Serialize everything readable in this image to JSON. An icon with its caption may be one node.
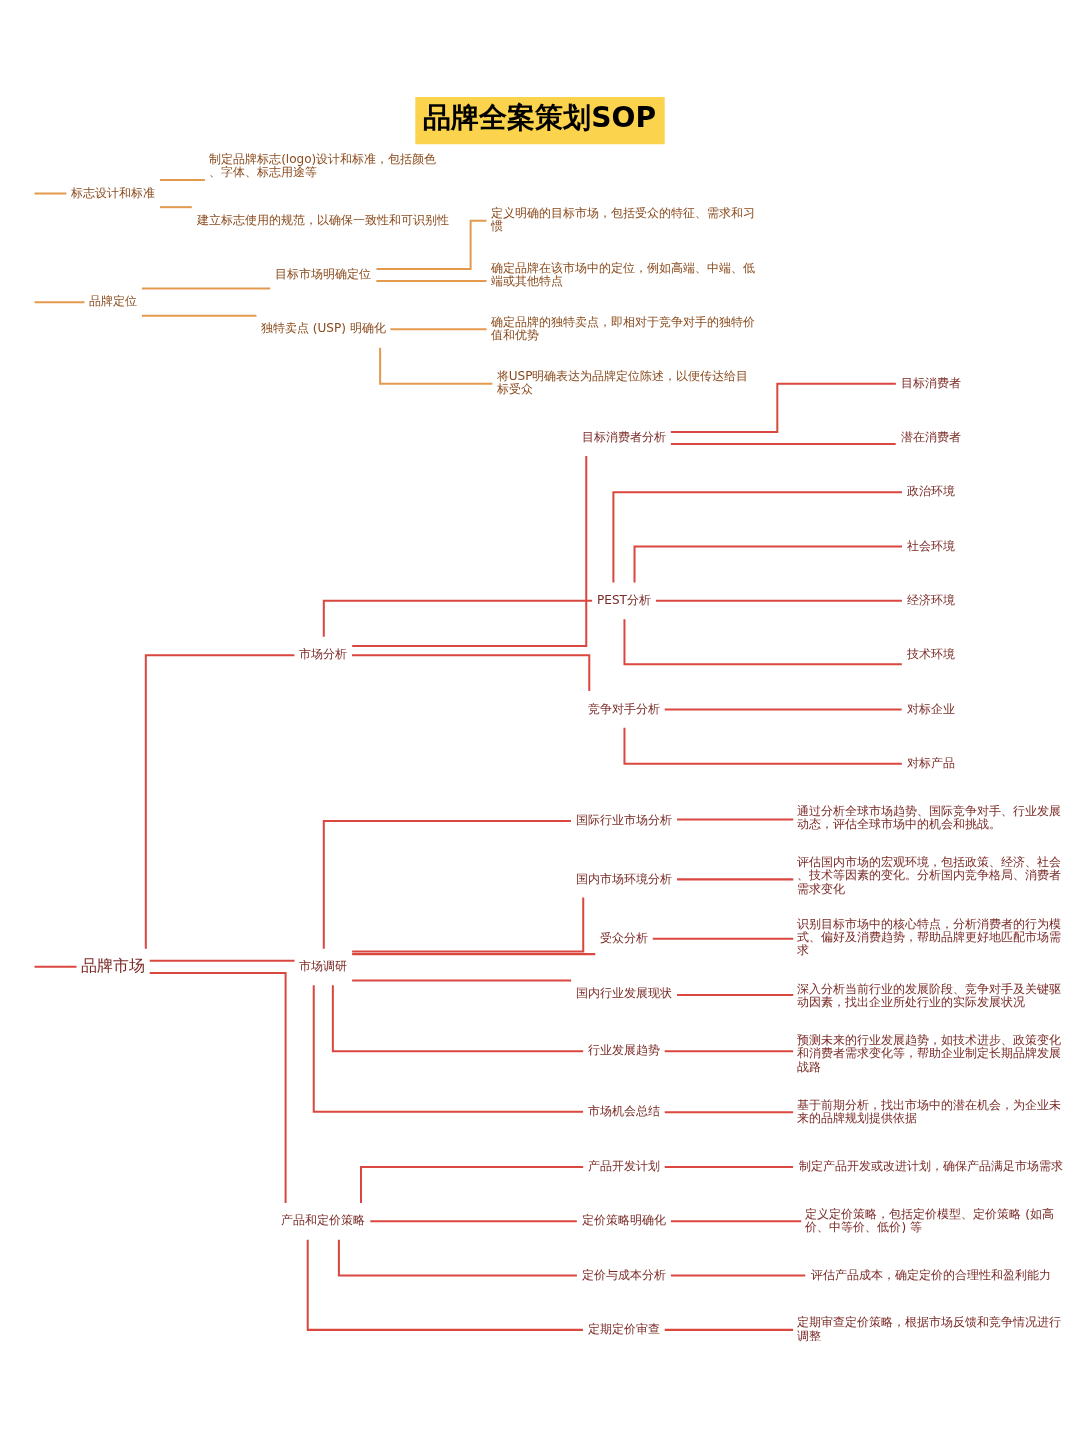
{
  "diagram": {
    "title": "品牌全案策划SOP",
    "nodes": [
      {
        "text": [
          "品牌市场"
        ]
      },
      {
        "text": [
          "市场分析"
        ]
      },
      {
        "text": [
          "目标消费者分析"
        ]
      },
      {
        "text": [
          "目标消费者"
        ]
      },
      {
        "text": [
          "潜在消费者"
        ]
      },
      {
        "text": [
          "PEST分析"
        ]
      },
      {
        "text": [
          "政治环境"
        ]
      },
      {
        "text": [
          "社会环境"
        ]
      },
      {
        "text": [
          "经济环境"
        ]
      },
      {
        "text": [
          "技术环境"
        ]
      },
      {
        "text": [
          "竞争对手分析"
        ]
      },
      {
        "text": [
          "对标企业"
        ]
      },
      {
        "text": [
          "对标产品"
        ]
      },
      {
        "text": [
          "市场调研"
        ]
      },
      {
        "text": [
          "国际行业市场分析"
        ]
      },
      {
        "text": [
          "通过分析全球市场趋势、国际竞争对手、行业发展动态，评估全球市场中的机会和挑战。"
        ]
      },
      {
        "text": [
          "国内市场环境分析"
        ]
      },
      {
        "text": [
          "评估国内市场的宏观环境，包括政策、经济、社会、技术等因素的变化。分析国内竞争格局、消费者需求变化"
        ]
      },
      {
        "text": [
          "受众分析"
        ]
      },
      {
        "text": [
          "识别目标市场中的核心特点，分析消费者的行为模式、偏好及消费趋势，帮助品牌更好地匹配市场需求"
        ]
      },
      {
        "text": [
          "国内行业发展现状"
        ]
      },
      {
        "text": [
          "深入分析当前行业的发展阶段、竞争对手及关键驱动因素，找出企业所处行业的实际发展状况"
        ]
      },
      {
        "text": [
          "行业发展趋势"
        ]
      },
      {
        "text": [
          "预测未来的行业发展趋势，如技术进步、政策变化和消费者需求变化等，帮助企业制定长期品牌发展战路"
        ]
      },
      {
        "text": [
          "市场机会总结"
        ]
      },
      {
        "text": [
          "基于前期分析，找出市场中的潜在机会，为企业未来的品牌规划提供依据"
        ]
      },
      {
        "text": [
          "产品和定价策略"
        ]
      },
      {
        "text": [
          "产品开发计划"
        ]
      },
      {
        "text": [
          "制定产品开发或改进计划，确保产品满足市场需求"
        ]
      },
      {
        "text": [
          "定价策略明确化"
        ]
      },
      {
        "text": [
          "定义定价策略，包括定价模型、定价策略 (如高价、中等价、低价) 等"
        ]
      },
      {
        "text": [
          "定价与成本分析"
        ]
      },
      {
        "text": [
          "评估产品成本，确定定价的合理性和盈利能力"
        ]
      },
      {
        "text": [
          "定期定价审查"
        ]
      },
      {
        "text": [
          "定期审查定价策略，根据市场反馈和竞争情况进行调整"
        ]
      },
      {
        "text": [
          "品牌定位"
        ]
      },
      {
        "text": [
          "目标市场明确定位"
        ]
      },
      {
        "text": [
          "定义明确的目标市场，包括受众的特征、需求和习惯"
        ]
      },
      {
        "text": [
          "确定品牌在该市场中的定位，例如高端、中端、低端或其他特点"
        ]
      },
      {
        "text": [
          "独特卖点 (USP) 明确化"
        ]
      },
      {
        "text": [
          "确定品牌的独特卖点，即相对于竞争对手的独特价值和优势"
        ]
      },
      {
        "text": [
          "将USP明确表达为品牌定位陈述，以便传达给目标受众"
        ]
      },
      {
        "text": [
          "标志设计和标准"
        ]
      },
      {
        "text": [
          "制定品牌标志(logo)设计和标准，包括颜色、字体、标志用途等"
        ]
      },
      {
        "text": [
          "建立标志使用的规范，以确保一致性和可识别性"
        ]
      }
    ],
    "edges": [
      {
        "from": null,
        "to": 0,
        "arrow": "none"
      },
      {
        "from": 0,
        "to": 1,
        "arrow": "none"
      },
      {
        "from": 1,
        "to": 2,
        "arrow": "none"
      },
      {
        "from": 2,
        "to": 3,
        "arrow": "none"
      },
      {
        "from": 2,
        "to": 4,
        "arrow": "none"
      },
      {
        "from": 1,
        "to": 5,
        "arrow": "none"
      },
      {
        "from": 5,
        "to": 6,
        "arrow": "none"
      },
      {
        "from": 5,
        "to": 7,
        "arrow": "none"
      },
      {
        "from": 5,
        "to": 8,
        "arrow": "none"
      },
      {
        "from": 5,
        "to": 9,
        "arrow": "none"
      },
      {
        "from": 1,
        "to": 10,
        "arrow": "none"
      },
      {
        "from": 10,
        "to": 11,
        "arrow": "none"
      },
      {
        "from": 10,
        "to": 12,
        "arrow": "none"
      },
      {
        "from": 0,
        "to": 13,
        "arrow": "none"
      },
      {
        "from": 13,
        "to": 14,
        "arrow": "none"
      },
      {
        "from": 14,
        "to": 15,
        "arrow": "none"
      },
      {
        "from": 13,
        "to": 16,
        "arrow": "none"
      },
      {
        "from": 16,
        "to": 17,
        "arrow": "none"
      },
      {
        "from": 13,
        "to": 18,
        "arrow": "none"
      },
      {
        "from": 18,
        "to": 19,
        "arrow": "none"
      },
      {
        "from": 13,
        "to": 20,
        "arrow": "none"
      },
      {
        "from": 20,
        "to": 21,
        "arrow": "none"
      },
      {
        "from": 13,
        "to": 22,
        "arrow": "none"
      },
      {
        "from": 22,
        "to": 23,
        "arrow": "none"
      },
      {
        "from": 13,
        "to": 24,
        "arrow": "none"
      },
      {
        "from": 24,
        "to": 25,
        "arrow": "none"
      },
      {
        "from": 0,
        "to": 26,
        "arrow": "none"
      },
      {
        "from": 26,
        "to": 27,
        "arrow": "none"
      },
      {
        "from": 27,
        "to": 28,
        "arrow": "none"
      },
      {
        "from": 26,
        "to": 29,
        "arrow": "none"
      },
      {
        "from": 29,
        "to": 30,
        "arrow": "none"
      },
      {
        "from": 26,
        "to": 31,
        "arrow": "none"
      },
      {
        "from": 31,
        "to": 32,
        "arrow": "none"
      },
      {
        "from": 26,
        "to": 33,
        "arrow": "none"
      },
      {
        "from": 33,
        "to": 34,
        "arrow": "none"
      },
      {
        "from": null,
        "to": 35,
        "arrow": "none",
        "color": "#e39a4f"
      },
      {
        "from": 35,
        "to": 36,
        "arrow": "none",
        "color": "#e39a4f"
      },
      {
        "from": 36,
        "to": 37,
        "arrow": "none",
        "color": "#e39a4f"
      },
      {
        "from": 36,
        "to": 38,
        "arrow": "none",
        "color": "#e39a4f"
      },
      {
        "from": 35,
        "to": 39,
        "arrow": "none",
        "color": "#e39a4f"
      },
      {
        "from": 39,
        "to": 40,
        "arrow": "none",
        "color": "#e39a4f"
      },
      {
        "from": 39,
        "to": 41,
        "arrow": "none",
        "color": "#e39a4f"
      },
      {
        "from": null,
        "to": 42,
        "arrow": "none",
        "color": "#e39a4f"
      },
      {
        "from": 42,
        "to": 43,
        "arrow": "none",
        "color": "#e39a4f"
      },
      {
        "from": 42,
        "to": 44,
        "arrow": "none",
        "color": "#e39a4f"
      }
    ]
  }
}
